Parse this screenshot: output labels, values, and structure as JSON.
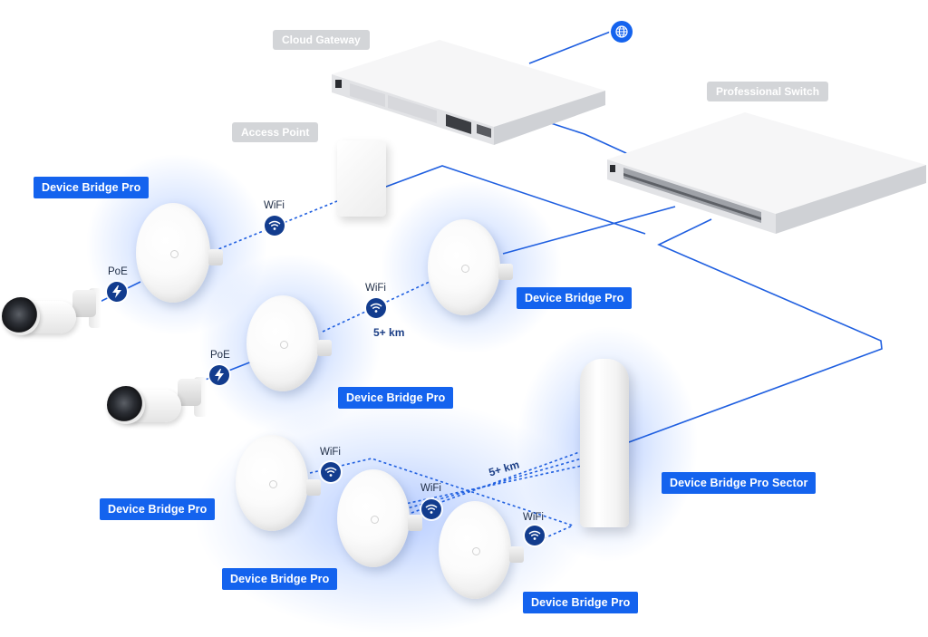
{
  "labels": {
    "cloud_gateway": "Cloud Gateway",
    "professional_switch": "Professional Switch",
    "access_point": "Access Point",
    "dbp_top_left": "Device Bridge Pro",
    "dbp_mid_right": "Device Bridge Pro",
    "dbp_mid": "Device Bridge Pro",
    "dbp_bottom_left": "Device Bridge Pro",
    "dbp_bottom_center": "Device Bridge Pro",
    "dbp_bottom_right": "Device Bridge Pro",
    "sector": "Device Bridge Pro Sector"
  },
  "links": {
    "wifi_1": "WiFi",
    "wifi_2": "WiFi",
    "wifi_3": "WiFi",
    "wifi_4": "WiFi",
    "wifi_5": "WiFi",
    "poe_1": "PoE",
    "poe_2": "PoE",
    "distance_1": "5+ km",
    "distance_2": "5+ km"
  },
  "colors": {
    "label_blue": "#1463ee",
    "label_gray": "#d3d5d8",
    "wire_blue": "#1f5fe0",
    "badge_navy": "#123c8e"
  },
  "icons": {
    "internet": "globe-icon",
    "wireless": "wifi-icon",
    "power": "lightning-bolt-icon"
  }
}
